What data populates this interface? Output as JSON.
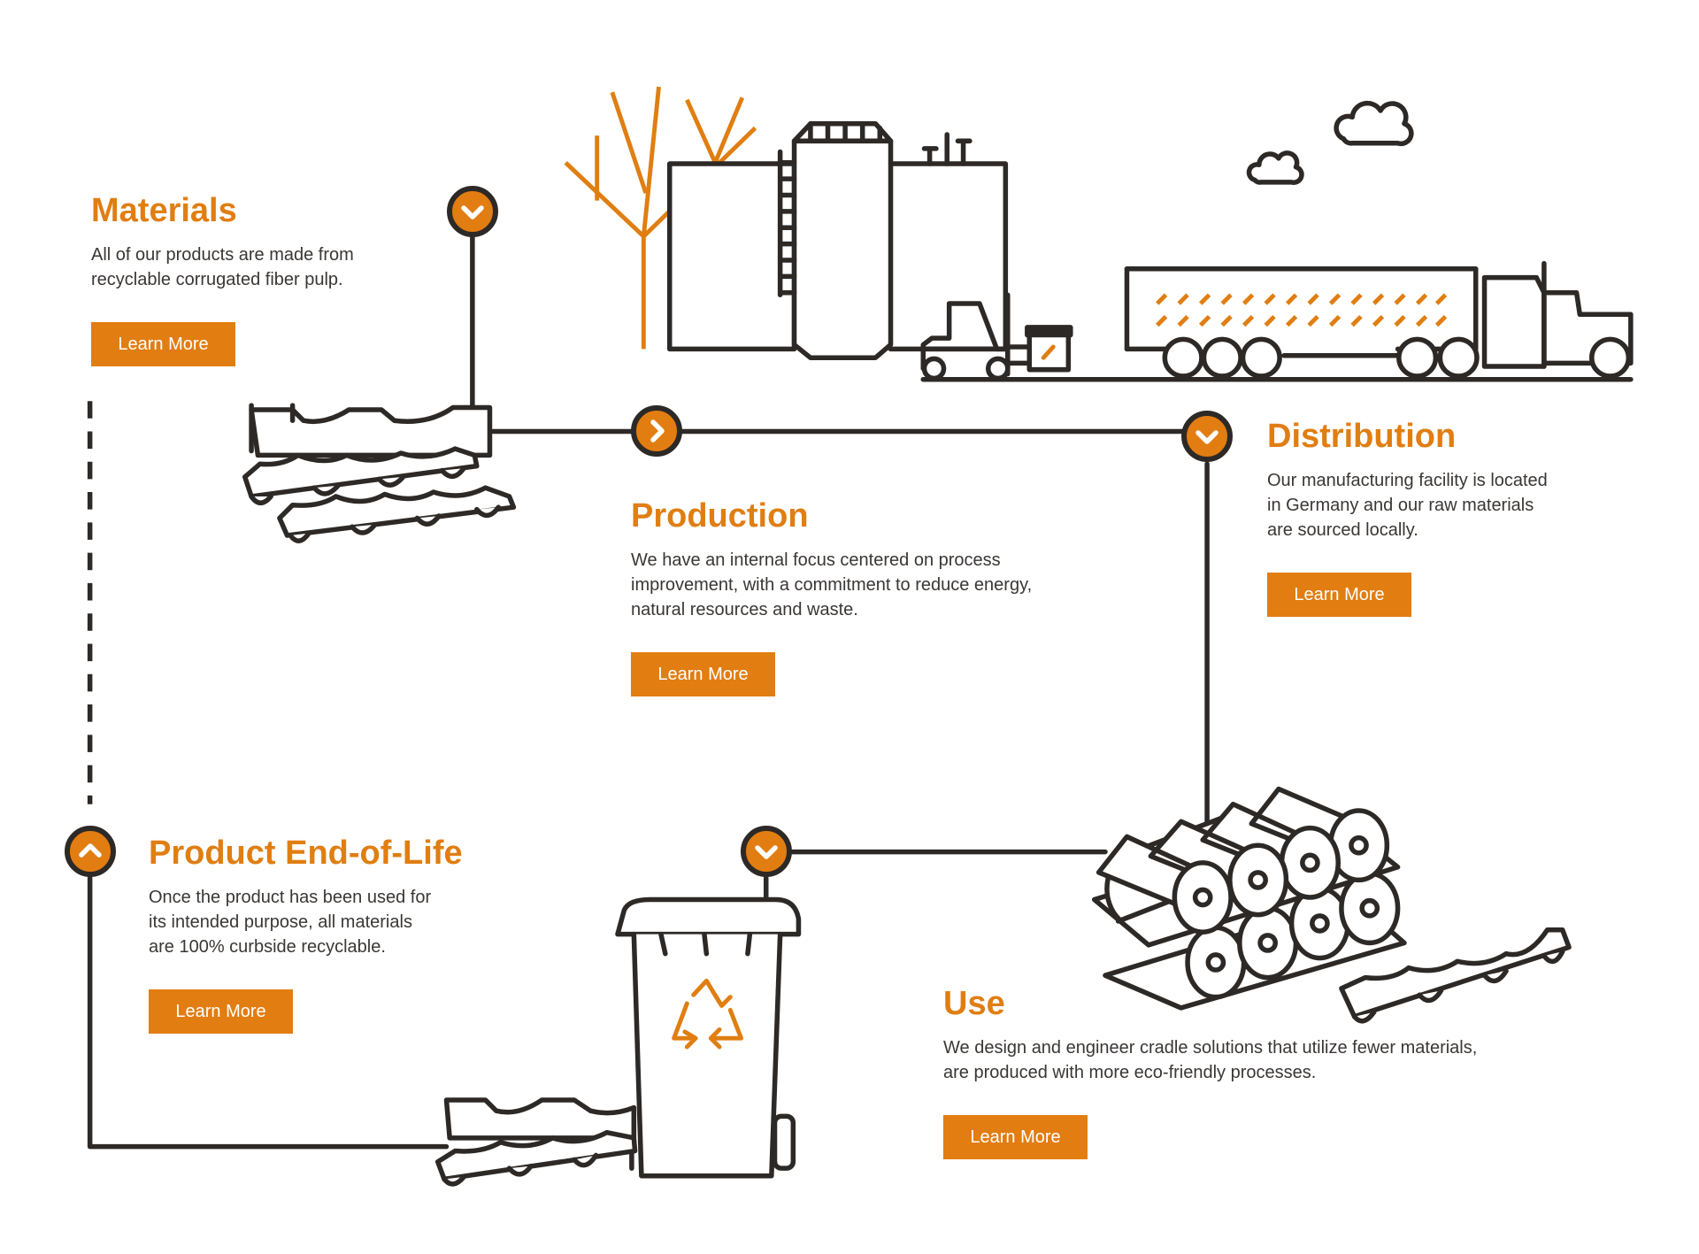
{
  "colors": {
    "accent": "#e27d12",
    "line": "#2d2926",
    "text": "#3a3634"
  },
  "stages": {
    "materials": {
      "title": "Materials",
      "lines": [
        "All of our products are made from",
        "recyclable corrugated fiber pulp."
      ],
      "button": "Learn More",
      "marker_icon": "chevron-down-icon"
    },
    "production": {
      "title": "Production",
      "lines": [
        "We have an internal focus centered on process",
        "improvement, with a commitment to reduce energy,",
        "natural resources and waste."
      ],
      "button": "Learn More",
      "marker_icon": "chevron-right-icon"
    },
    "distribution": {
      "title": "Distribution",
      "lines": [
        "Our manufacturing facility is located",
        "in Germany and our raw materials",
        "are sourced locally."
      ],
      "button": "Learn More",
      "marker_icon": "chevron-down-icon"
    },
    "use": {
      "title": "Use",
      "lines": [
        "We design and engineer cradle solutions that utilize fewer materials,",
        "are produced with more eco-friendly processes."
      ],
      "button": "Learn More",
      "marker_icon": "chevron-down-icon"
    },
    "end_of_life": {
      "title": "Product End-of-Life",
      "lines": [
        "Once the product has been used for",
        "its intended purpose, all materials",
        "are 100% curbside recyclable."
      ],
      "button": "Learn More",
      "marker_icon": "chevron-up-icon"
    }
  }
}
